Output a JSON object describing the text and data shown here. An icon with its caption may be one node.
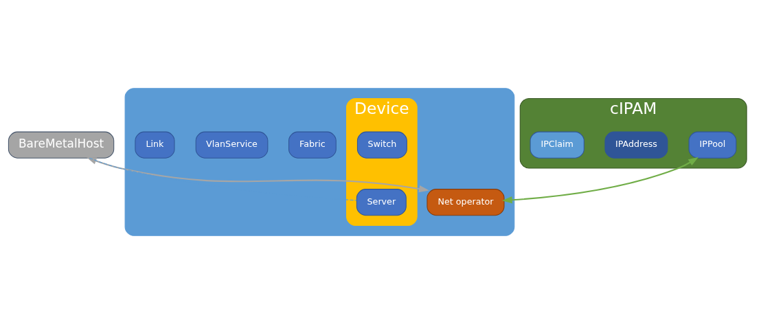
{
  "diagram": {
    "nodes": [
      {
        "text": [
          "BareMetalHost"
        ]
      },
      {
        "text": [
          "cIPAM"
        ]
      },
      {
        "text": [
          "IPPool"
        ],
        "in": 1
      },
      {
        "text": [
          "IPAddress"
        ],
        "in": 1
      },
      {
        "text": [
          "IPClaim"
        ],
        "in": 1
      },
      {
        "text": [],
        "shape": "box"
      },
      {
        "text": [
          "Net operator"
        ],
        "in": 5
      },
      {
        "text": [
          "Fabric"
        ],
        "in": 5
      },
      {
        "text": [
          "VlanService"
        ],
        "in": 5
      },
      {
        "text": [
          "Link"
        ],
        "in": 5
      },
      {
        "text": [
          "Device"
        ],
        "in": 5
      },
      {
        "text": [
          "Server"
        ],
        "in": 10
      },
      {
        "text": [
          "Switch"
        ],
        "in": 10
      }
    ],
    "edges": [
      {
        "from": 0,
        "to": 6,
        "arrow": "both",
        "color": "#a6a6a6"
      },
      {
        "from": 2,
        "to": 6,
        "arrow": "both",
        "color": "#70ad47"
      },
      {
        "from": 0,
        "to": 11,
        "arrow": "none",
        "style": "dashed",
        "color": "#5b9bd5"
      }
    ]
  }
}
